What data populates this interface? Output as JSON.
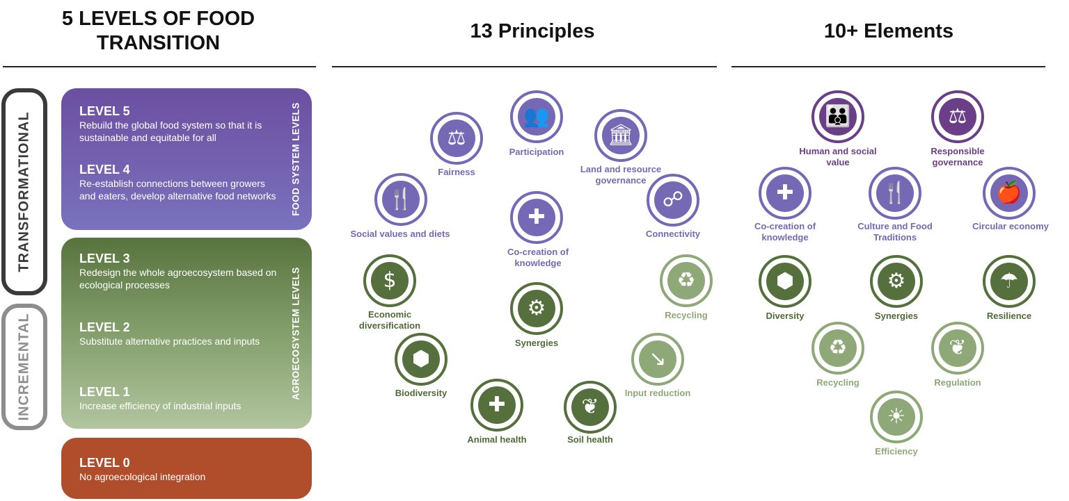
{
  "headers": {
    "levels": "5 LEVELS OF FOOD TRANSITION",
    "principles": "13 Principles",
    "elements": "10+ Elements"
  },
  "sides": {
    "transformational": "TRANSFORMATIONAL",
    "incremental": "INCREMENTAL"
  },
  "groups": {
    "food_system": "FOOD SYSTEM LEVELS",
    "agroecosystem": "AGROECOSYSTEM LEVELS"
  },
  "levels": [
    {
      "title": "LEVEL 5",
      "desc": "Rebuild the global food system so that it is sustainable and equitable for all"
    },
    {
      "title": "LEVEL 4",
      "desc": "Re-establish connections between growers and eaters, develop alternative food networks"
    },
    {
      "title": "LEVEL 3",
      "desc": "Redesign the whole agroecosystem based on ecological processes"
    },
    {
      "title": "LEVEL 2",
      "desc": "Substitute alternative practices and inputs"
    },
    {
      "title": "LEVEL 1",
      "desc": "Increase efficiency of industrial inputs"
    },
    {
      "title": "LEVEL 0",
      "desc": "No agroecological integration"
    }
  ],
  "colors": {
    "purple": "#7569b6",
    "dark_purple": "#6b3f88",
    "green": "#55703c",
    "light_green": "#8fa878",
    "orange": "#b04e2c"
  },
  "principles": [
    {
      "label": "Participation",
      "icon": "people-group-icon",
      "glyph": "👥"
    },
    {
      "label": "Fairness",
      "icon": "scales-icon",
      "glyph": "⚖"
    },
    {
      "label": "Land and resource governance",
      "icon": "institution-icon",
      "glyph": "🏛"
    },
    {
      "label": "Social values and diets",
      "icon": "cutlery-icon",
      "glyph": "🍴"
    },
    {
      "label": "Connectivity",
      "icon": "network-icon",
      "glyph": "☍"
    },
    {
      "label": "Co-creation of knowledge",
      "icon": "puzzle-icon",
      "glyph": "✚"
    },
    {
      "label": "Recycling",
      "icon": "leaves-cycle-icon",
      "glyph": "♻"
    },
    {
      "label": "Economic diversification",
      "icon": "money-network-icon",
      "glyph": "$"
    },
    {
      "label": "Synergies",
      "icon": "gears-icon",
      "glyph": "⚙"
    },
    {
      "label": "Input reduction",
      "icon": "input-bag-icon",
      "glyph": "↘"
    },
    {
      "label": "Biodiversity",
      "icon": "hexagons-icon",
      "glyph": "⬢"
    },
    {
      "label": "Animal health",
      "icon": "cow-icon",
      "glyph": "✚"
    },
    {
      "label": "Soil health",
      "icon": "seedling-hand-icon",
      "glyph": "❦"
    }
  ],
  "elements": [
    {
      "label": "Human and social value",
      "icon": "family-hand-icon",
      "glyph": "👪"
    },
    {
      "label": "Responsible governance",
      "icon": "scales-icon",
      "glyph": "⚖"
    },
    {
      "label": "Co-creation of knowledge",
      "icon": "puzzle-icon",
      "glyph": "✚"
    },
    {
      "label": "Culture and Food Traditions",
      "icon": "cutlery-icon",
      "glyph": "🍴"
    },
    {
      "label": "Circular economy",
      "icon": "apple-hands-icon",
      "glyph": "🍎"
    },
    {
      "label": "Diversity",
      "icon": "hexagons-icon",
      "glyph": "⬢"
    },
    {
      "label": "Synergies",
      "icon": "gears-icon",
      "glyph": "⚙"
    },
    {
      "label": "Resilience",
      "icon": "storm-plant-icon",
      "glyph": "☂"
    },
    {
      "label": "Recycling",
      "icon": "leaves-cycle-icon",
      "glyph": "♻"
    },
    {
      "label": "Regulation",
      "icon": "plant-roots-icon",
      "glyph": "❦"
    },
    {
      "label": "Efficiency",
      "icon": "sun-plants-icon",
      "glyph": "☀"
    }
  ]
}
